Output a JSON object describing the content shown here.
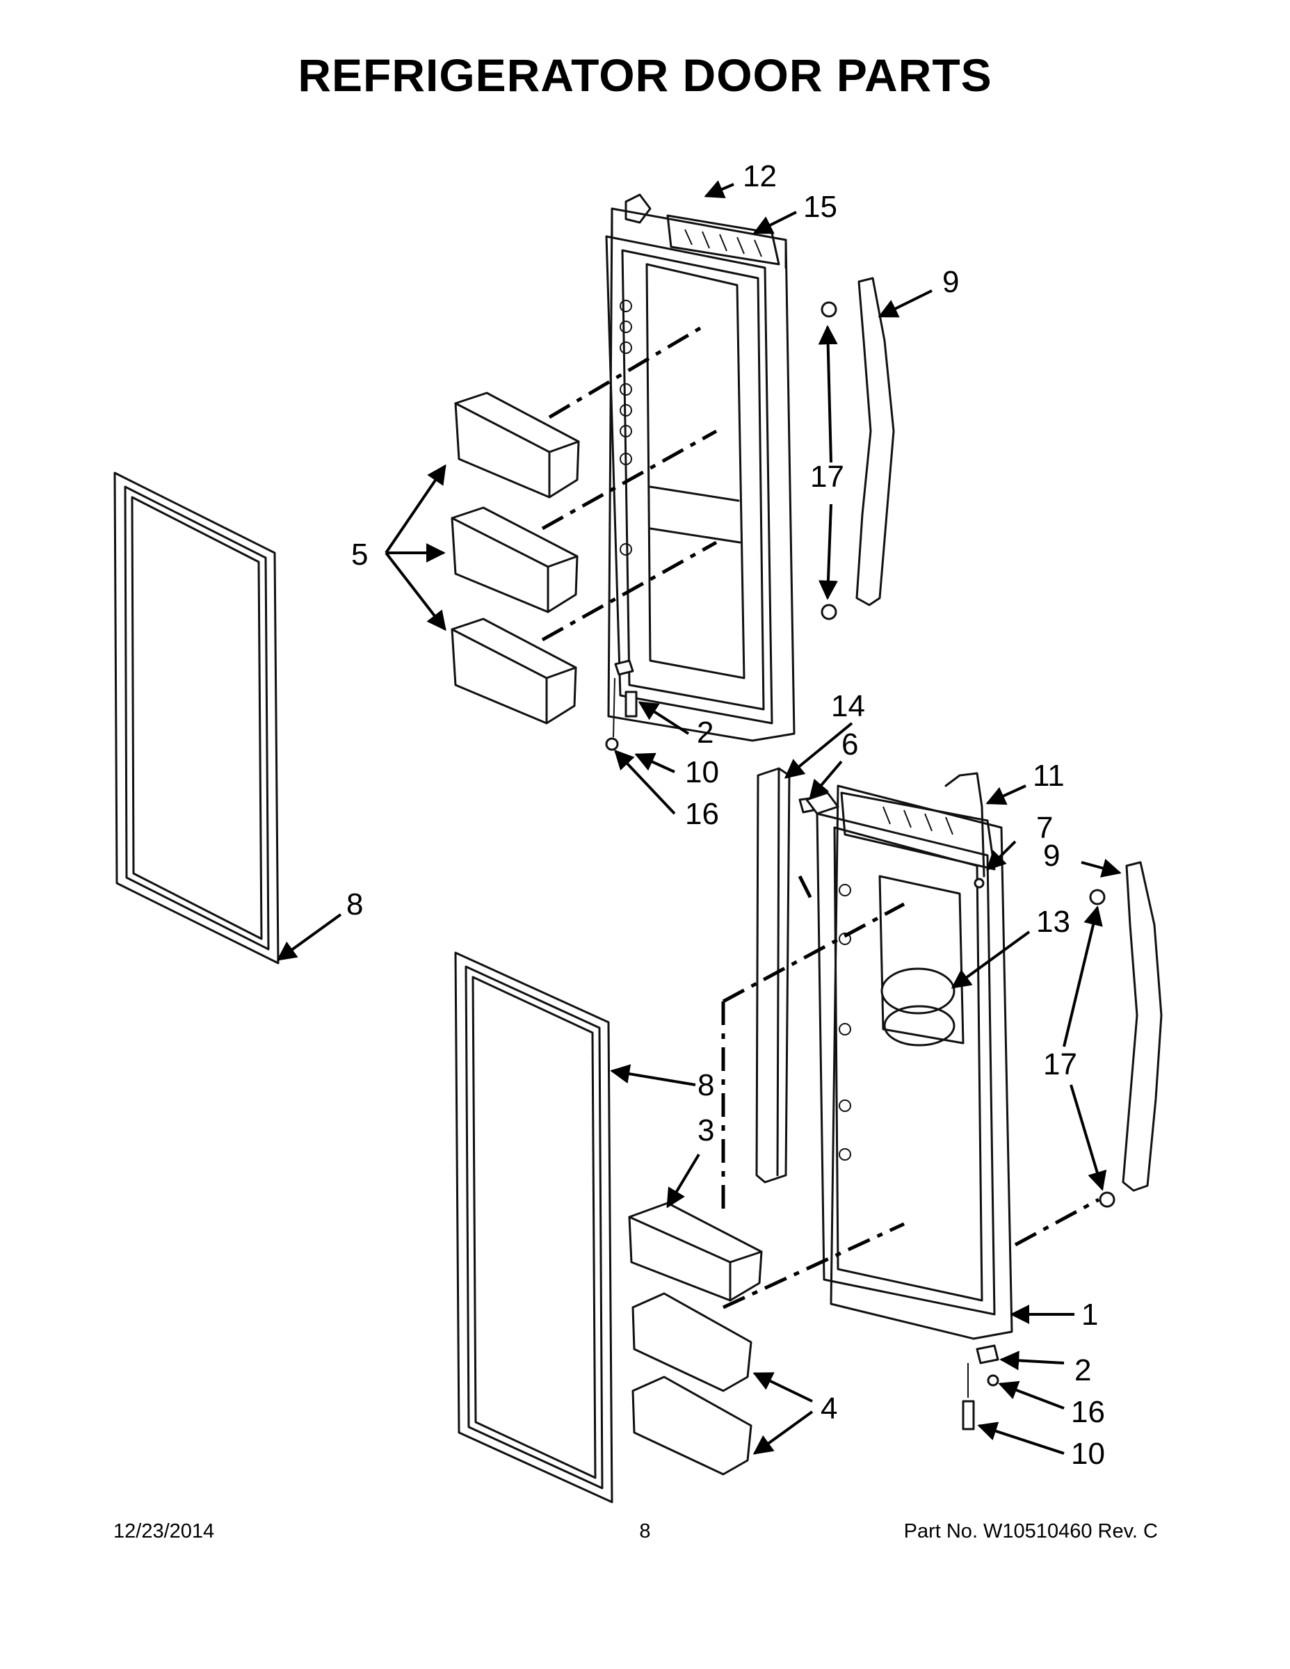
{
  "title": "REFRIGERATOR DOOR PARTS",
  "callouts": {
    "c12": "12",
    "c15": "15",
    "c9a": "9",
    "c17a": "17",
    "c5": "5",
    "c8a": "8",
    "c14": "14",
    "c6": "6",
    "c2a": "2",
    "c10a": "10",
    "c16a": "16",
    "c11": "11",
    "c7": "7",
    "c9b": "9",
    "c13": "13",
    "c17b": "17",
    "c8b": "8",
    "c3": "3",
    "c1": "1",
    "c2b": "2",
    "c4": "4",
    "c16b": "16",
    "c10b": "10"
  },
  "footer": {
    "date": "12/23/2014",
    "page": "8",
    "part_no": "Part No.  W10510460  Rev.  C"
  }
}
